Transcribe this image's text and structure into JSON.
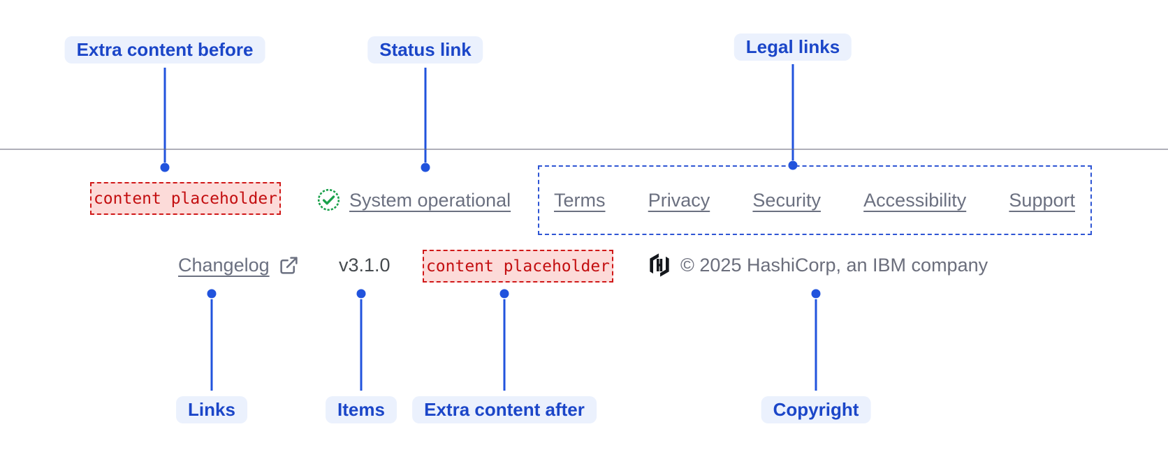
{
  "colors": {
    "accent_blue": "#2153dd",
    "pill_background": "#ebf1fd",
    "pill_text": "#1b46c8",
    "placeholder_red": "#c30e10",
    "placeholder_background": "#fcdbd9",
    "placeholder_border": "#d01818",
    "legal_region_border": "#2e55d4",
    "status_green": "#1aa14b",
    "link_gray": "#6b7080",
    "divider_gray": "#6d6e80"
  },
  "annotations": {
    "top": [
      {
        "label": "Extra content before"
      },
      {
        "label": "Status link"
      },
      {
        "label": "Legal links"
      }
    ],
    "bottom": [
      {
        "label": "Links"
      },
      {
        "label": "Items"
      },
      {
        "label": "Extra content after"
      },
      {
        "label": "Copyright"
      }
    ]
  },
  "footer": {
    "extra_content_before": "content placeholder",
    "status": {
      "label": "System operational",
      "icon": "check-circle-icon"
    },
    "legal_links": [
      "Terms",
      "Privacy",
      "Security",
      "Accessibility",
      "Support"
    ],
    "links": [
      {
        "label": "Changelog",
        "icon": "external-link-icon"
      }
    ],
    "version": "v3.1.0",
    "extra_content_after": "content placeholder",
    "copyright": {
      "text": "© 2025 HashiCorp, an IBM company",
      "logo": "hashicorp-logo"
    }
  }
}
